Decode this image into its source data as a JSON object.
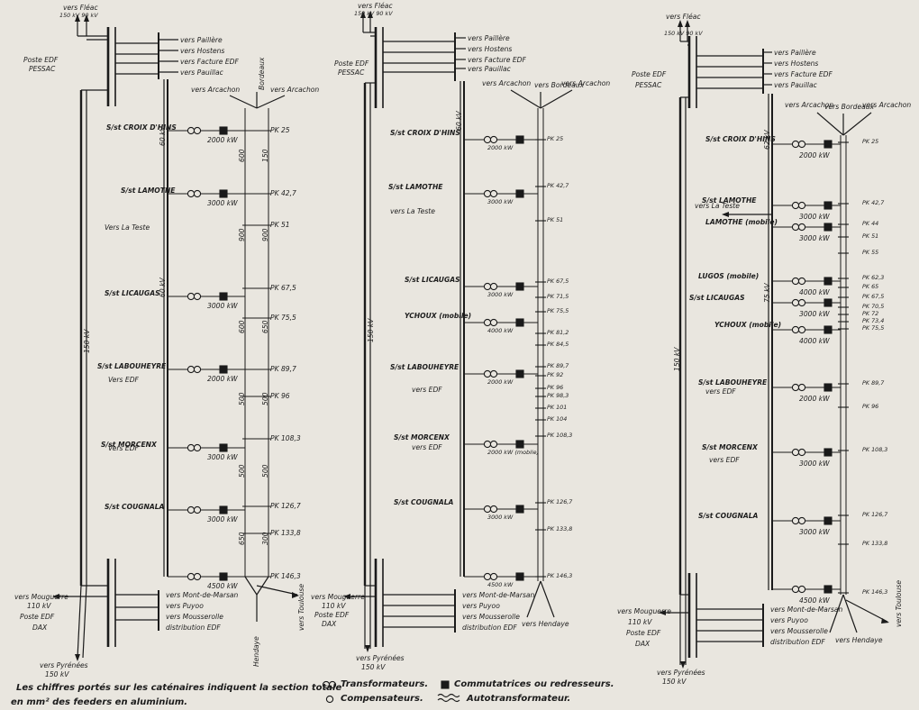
{
  "common": {
    "vers_fleac": "vers Fléac",
    "kv150_90": "150 kV  90 kV",
    "poste_pessac_1": "Poste EDF",
    "poste_pessac_2": "PESSAC",
    "vers_pailliere": "vers Paillère",
    "vers_hostens": "vers Hostens",
    "vers_facture": "vers Facture EDF",
    "vers_pauillac": "vers Pauillac",
    "vers_arcachon": "vers Arcachon",
    "vers_bordeaux": "vers Bordeaux",
    "bordeaux": "Bordeaux",
    "kv150": "150 kV",
    "kv60": "60 kV",
    "kv62": "62 kV",
    "kv75": "75 kV",
    "vers_mouguerre": "vers Mouguerre",
    "kv110": "110 kV",
    "poste_dax_1": "Poste EDF",
    "poste_dax_2": "DAX",
    "vers_pyrenees": "vers Pyrénées",
    "vers_mont": "vers Mont-de-Marsan",
    "vers_puyoo": "vers Puyoo",
    "vers_mousserolle": "vers Mousserolle",
    "distribution_edf": "distribution EDF",
    "vers_toulouse": "vers Toulouse",
    "hendaye": "Hendaye",
    "vers_hendaye": "vers Hendaye",
    "vers_edf": "Vers EDF",
    "vers_edf2": "vers EDF",
    "vers_la_teste": "Vers La Teste",
    "vers_la_teste2": "vers La Teste"
  },
  "panel1": {
    "stations": [
      {
        "name": "S/st CROIX D'HINS",
        "power": "2000 kW"
      },
      {
        "name": "S/st  LAMOTHE",
        "power": "3000 kW"
      },
      {
        "name": "S/st  LICAUGAS",
        "power": "3000 kW"
      },
      {
        "name": "S/st LABOUHEYRE",
        "power": "2000 kW"
      },
      {
        "name": "S/st  MORCENX",
        "power": "3000 kW"
      },
      {
        "name": "S/st  COUGNALA",
        "power": "3000 kW"
      },
      {
        "name": "",
        "power": "4500 kW"
      }
    ],
    "pk": [
      "PK 25",
      "PK 42,7",
      "PK 51",
      "PK 67,5",
      "PK 75,5",
      "PK 89,7",
      "PK 96",
      "PK 108,3",
      "PK 126,7",
      "PK 133,8",
      "PK 146,3"
    ],
    "sections_left": [
      "600",
      "900",
      "600",
      "500",
      "500",
      "650"
    ],
    "sections_right": [
      "150",
      "900",
      "650",
      "500",
      "500",
      "300"
    ]
  },
  "panel2": {
    "stations": [
      {
        "name": "S/st CROIX D'HINS",
        "power": "2000 kW"
      },
      {
        "name": "S/st LAMOTHE",
        "power": "3000 kW"
      },
      {
        "name": "S/st  LICAUGAS",
        "power": "3000 kW"
      },
      {
        "name": "YCHOUX (mobile)",
        "power": "4000 kW"
      },
      {
        "name": "S/st  LABOUHEYRE",
        "power": "2000 kW"
      },
      {
        "name": "S/st  MORCENX",
        "power": "2000 kW (mobile)"
      },
      {
        "name": "S/st  COUGNALA",
        "power": "3000 kW"
      },
      {
        "name": "",
        "power": "4500 kW"
      }
    ],
    "pk": [
      "PK 25",
      "PK 42,7",
      "PK 51",
      "PK 67,5",
      "PK 71,5",
      "PK 75,5",
      "PK 81,2",
      "PK 84,5",
      "PK 89,7",
      "PK 92",
      "PK 96",
      "PK 98,3",
      "PK 101",
      "PK 104",
      "PK 108,3",
      "PK 126,7",
      "PK 133,8",
      "PK 146,3"
    ]
  },
  "panel3": {
    "stations": [
      {
        "name": "S/st  CROIX D'HINS",
        "power": "2000 kW"
      },
      {
        "name": "S/st  LAMOTHE",
        "power": "3000 kW"
      },
      {
        "name": "LAMOTHE (mobile)",
        "power": "3000 kW"
      },
      {
        "name": "LUGOS (mobile)",
        "power": "4000 kW"
      },
      {
        "name": "S/st  LICAUGAS",
        "power": "3000 kW"
      },
      {
        "name": "YCHOUX (mobile)",
        "power": "4000 kW"
      },
      {
        "name": "S/st  LABOUHEYRE",
        "power": "2000 kW"
      },
      {
        "name": "S/st  MORCENX",
        "power": "3000 kW"
      },
      {
        "name": "S/st  COUGNALA",
        "power": "3000 kW"
      },
      {
        "name": "",
        "power": "4500 kW"
      }
    ],
    "pk": [
      "PK 25",
      "PK 42,7",
      "PK 44",
      "PK 51",
      "PK 55",
      "PK 62,3",
      "PK 65",
      "PK 67,5",
      "PK 70,5",
      "PK 72",
      "PK 73,4",
      "PK 75,5",
      "PK 89,7",
      "PK 96",
      "PK 108,3",
      "PK 126,7",
      "PK 133,8",
      "PK 146,3"
    ]
  },
  "legend": {
    "caption_line1": "Les chiffres portés sur les caténaires indiquent la section totale",
    "caption_line2": "en mm² des feeders en aluminium.",
    "transformateurs": "Transformateurs.",
    "compensateurs": "Compensateurs.",
    "commutatrices": "Commutatrices ou redresseurs.",
    "autotransformateur": "Autotransformateur."
  }
}
